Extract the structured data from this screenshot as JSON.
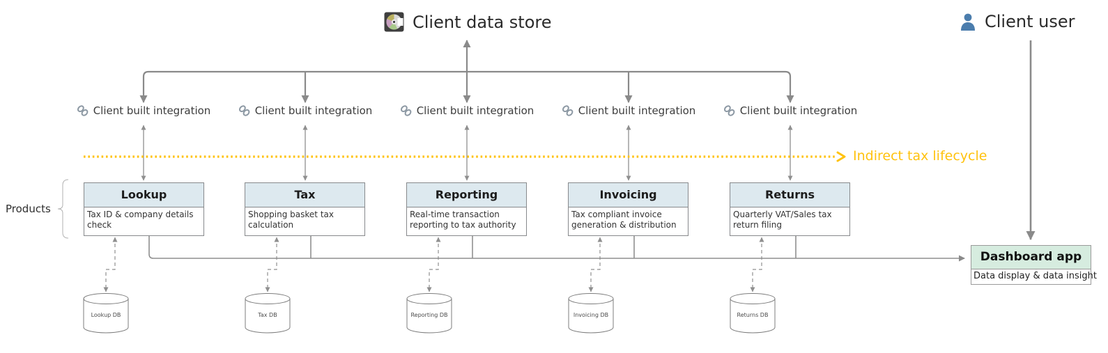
{
  "header": {
    "data_store_label": "Client data store",
    "client_user_label": "Client user"
  },
  "lifecycle_label": "Indirect tax  lifecycle",
  "products_group_label": "Products",
  "integrations": [
    {
      "label": "Client built integration"
    },
    {
      "label": "Client built integration"
    },
    {
      "label": "Client built integration"
    },
    {
      "label": "Client built integration"
    },
    {
      "label": "Client built integration"
    }
  ],
  "products": [
    {
      "title": "Lookup",
      "description": "Tax ID & company details check",
      "db_label": "Lookup DB"
    },
    {
      "title": "Tax",
      "description": "Shopping basket tax calculation",
      "db_label": "Tax DB"
    },
    {
      "title": "Reporting",
      "description": "Real-time transaction reporting to tax authority",
      "db_label": "Reporting DB"
    },
    {
      "title": "Invoicing",
      "description": "Tax compliant invoice generation & distribution",
      "db_label": "Invoicing DB"
    },
    {
      "title": "Returns",
      "description": "Quarterly VAT/Sales tax return filing",
      "db_label": "Returns DB"
    }
  ],
  "dashboard": {
    "title": "Dashboard app",
    "description": "Data display & data insight"
  },
  "colors": {
    "product_header_bg": "#dde9ef",
    "dashboard_header_bg": "#d6ecdf",
    "connector_gray": "#8a8a8a",
    "lifecycle_yellow": "#ffc20e",
    "person_icon_blue": "#4b7dad"
  }
}
